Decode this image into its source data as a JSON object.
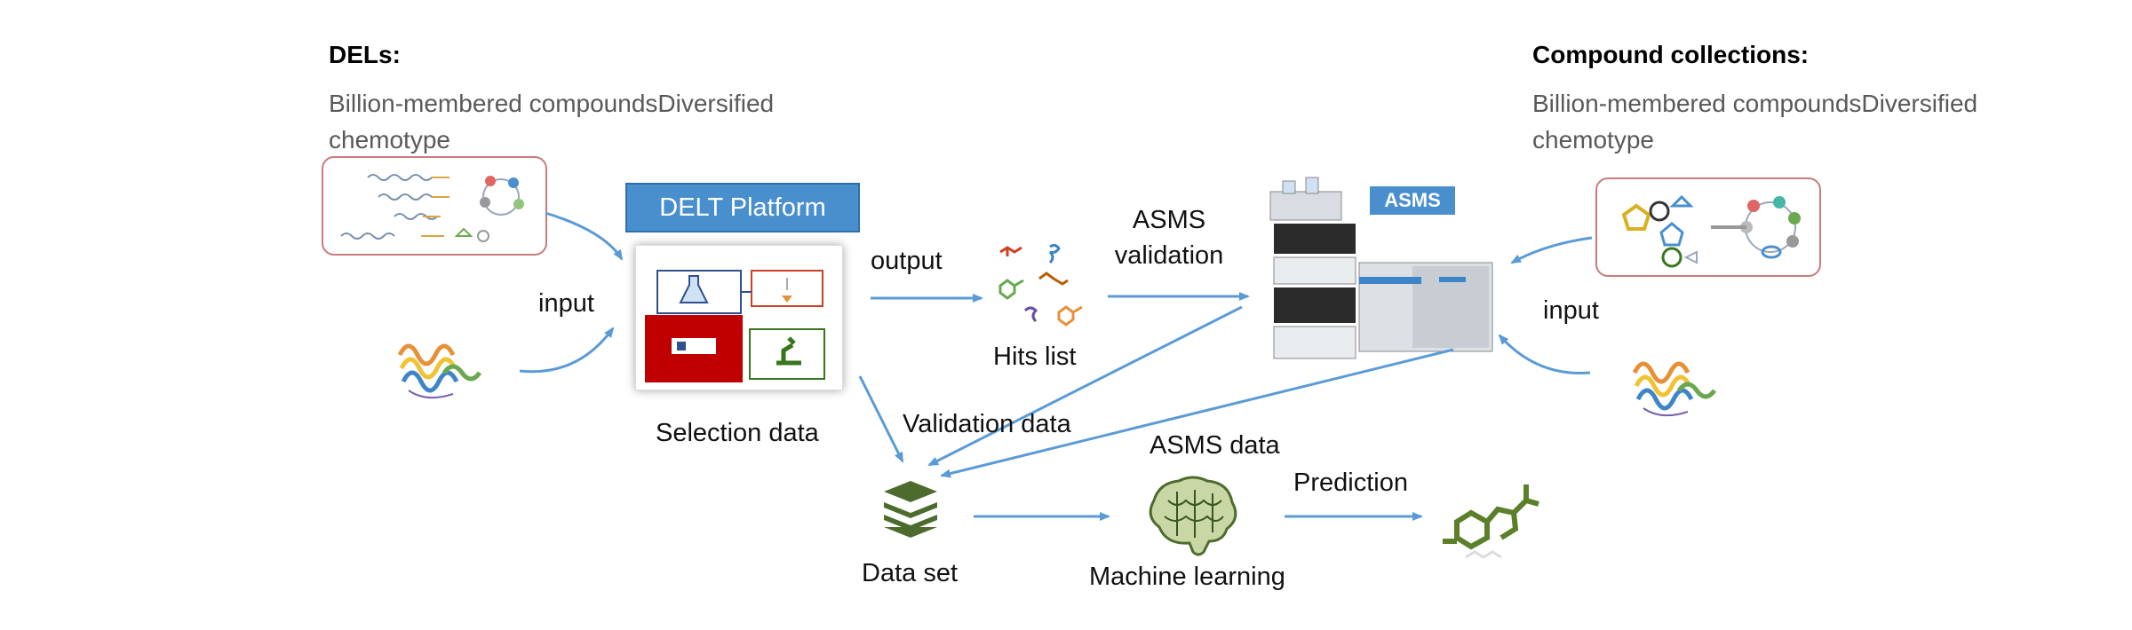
{
  "dels": {
    "title": "DELs:",
    "description": "Billion-membered compoundsDiversified chemotype"
  },
  "compound_collections": {
    "title": "Compound collections:",
    "description": "Billion-membered compoundsDiversified chemotype"
  },
  "platform": {
    "title": "DELT Platform"
  },
  "labels": {
    "input_left": "input",
    "input_right": "input",
    "output": "output",
    "asms_validation": "ASMS\nvalidation",
    "hits_list": "Hits list",
    "selection_data": "Selection data",
    "validation_data": "Validation data",
    "asms_data": "ASMS data",
    "prediction": "Prediction",
    "data_set": "Data set",
    "machine_learning": "Machine learning"
  },
  "asms_badge": "ASMS",
  "colors": {
    "arrow": "#5b9bd5",
    "platform_box": "#4a8fcd",
    "dataset_green": "#4e6b2e",
    "molecule_green": "#5c7f2a",
    "del_outline": "#c97b7b"
  }
}
